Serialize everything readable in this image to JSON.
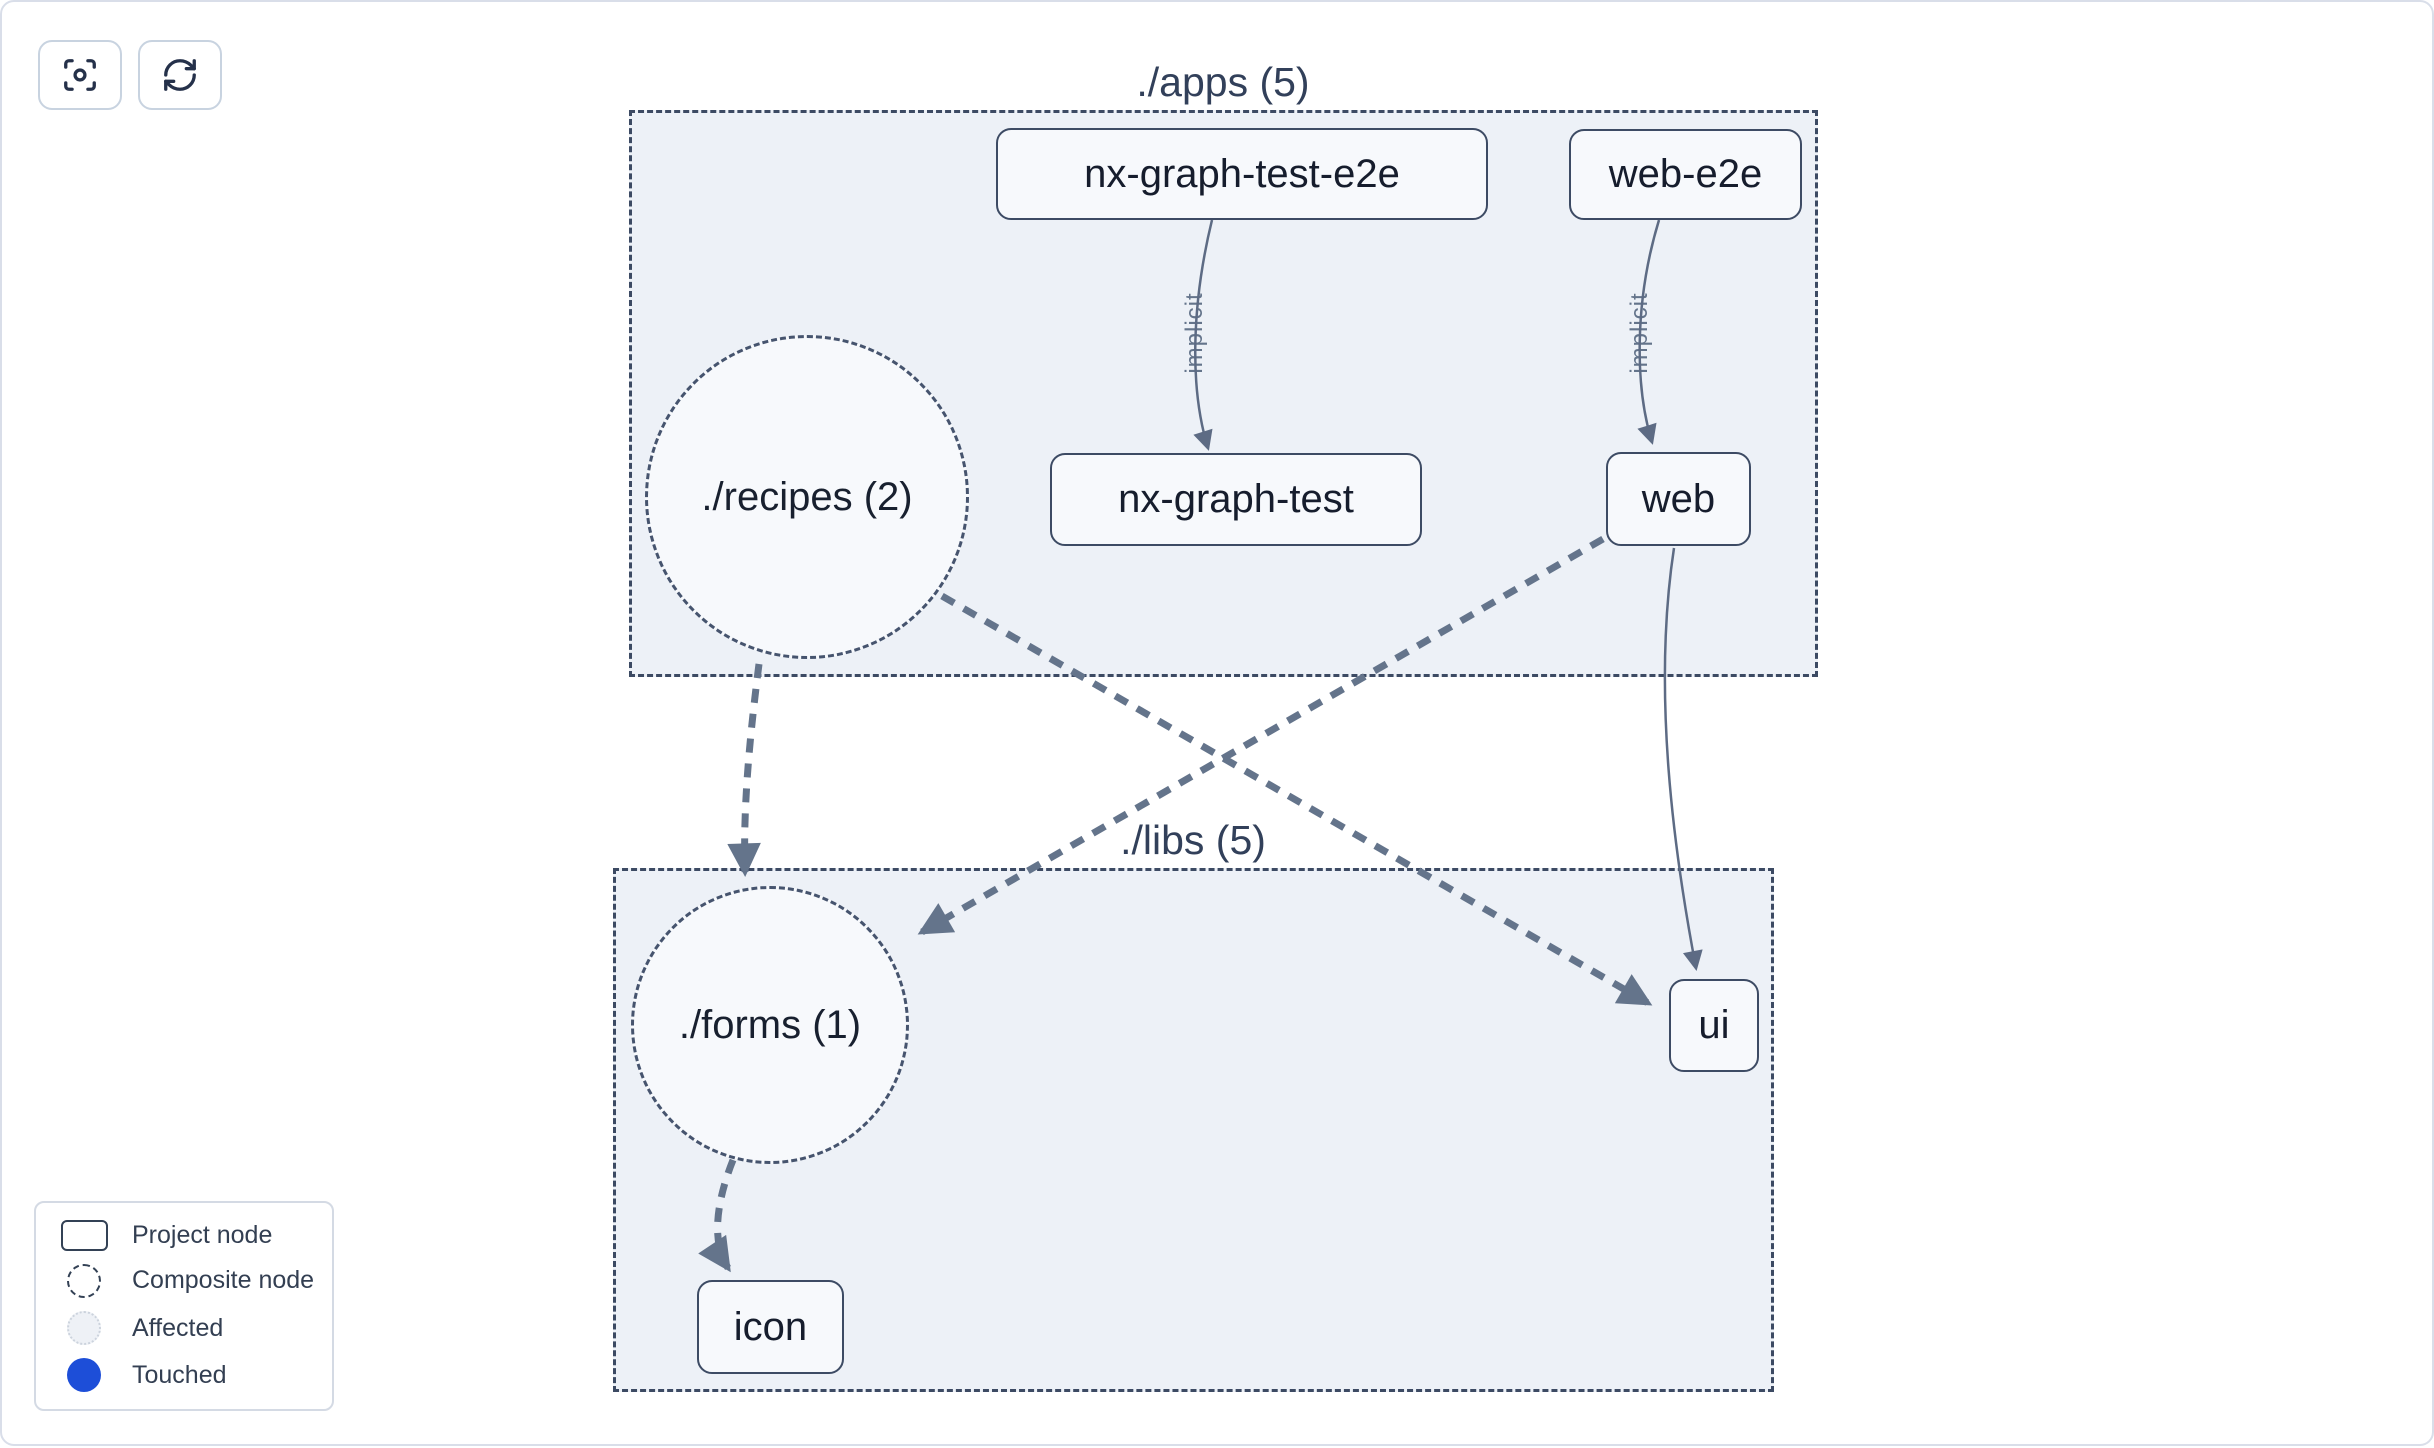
{
  "toolbar": {
    "buttons": [
      {
        "icon": "focus-icon"
      },
      {
        "icon": "refresh-icon"
      }
    ]
  },
  "groups": [
    {
      "title": "./apps (5)"
    },
    {
      "title": "./libs (5)"
    }
  ],
  "nodes": {
    "composite": [
      {
        "label": "./recipes (2)"
      },
      {
        "label": "./forms (1)"
      }
    ],
    "project": [
      {
        "label": "nx-graph-test-e2e"
      },
      {
        "label": "web-e2e"
      },
      {
        "label": "nx-graph-test"
      },
      {
        "label": "web"
      },
      {
        "label": "ui"
      },
      {
        "label": "icon"
      }
    ]
  },
  "edges": [
    {
      "from": "nx-graph-test-e2e",
      "to": "nx-graph-test",
      "label": "implicit",
      "style": "solid"
    },
    {
      "from": "web-e2e",
      "to": "web",
      "label": "implicit",
      "style": "solid"
    },
    {
      "from": "web",
      "to": "ui",
      "label": "",
      "style": "solid"
    },
    {
      "from": "./recipes (2)",
      "to": "./forms (1)",
      "label": "",
      "style": "dashed"
    },
    {
      "from": "./recipes (2)",
      "to": "ui",
      "label": "",
      "style": "dashed"
    },
    {
      "from": "web",
      "to": "./forms (1)",
      "label": "",
      "style": "dashed"
    },
    {
      "from": "./forms (1)",
      "to": "icon",
      "label": "",
      "style": "dashed"
    }
  ],
  "legend": {
    "items": [
      {
        "label": "Project node"
      },
      {
        "label": "Composite node"
      },
      {
        "label": "Affected"
      },
      {
        "label": "Touched"
      }
    ]
  },
  "colors": {
    "touched_blue": "#1d4ed8",
    "edge_gray": "#64748b",
    "container_fill": "#edf1f7",
    "node_fill": "#f7f9fc",
    "border_dark": "#3c4a63"
  }
}
